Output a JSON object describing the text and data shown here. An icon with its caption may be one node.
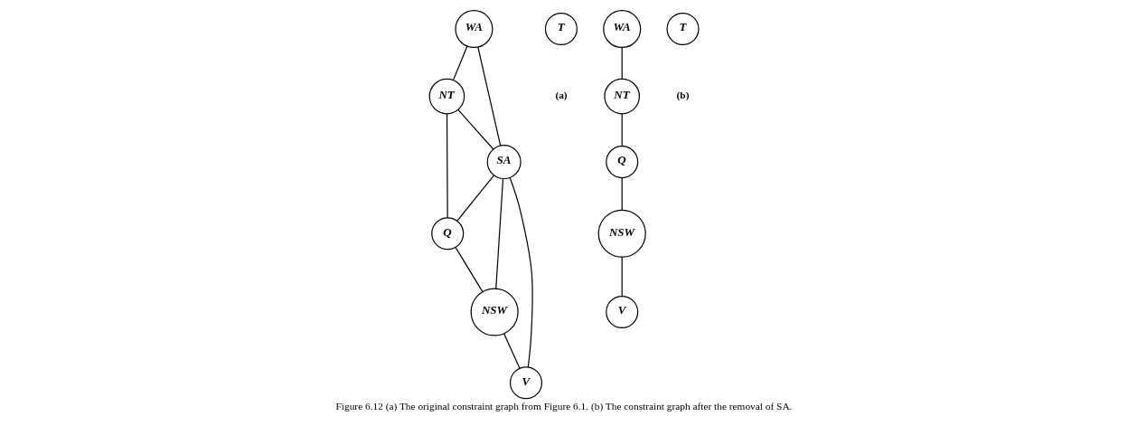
{
  "diagram": {
    "caption": "Figure 6.12 (a) The original constraint graph from Figure 6.1. (b) The constraint graph after the removal of SA.",
    "nodes": [
      {
        "text": [
          "WA"
        ]
      },
      {
        "text": [
          "NT"
        ]
      },
      {
        "text": [
          "SA"
        ]
      },
      {
        "text": [
          "Q"
        ]
      },
      {
        "text": [
          "NSW"
        ]
      },
      {
        "text": [
          "V"
        ]
      },
      {
        "text": [
          "T"
        ]
      },
      {
        "text": [
          "WA"
        ]
      },
      {
        "text": [
          "NT"
        ]
      },
      {
        "text": [
          "Q"
        ]
      },
      {
        "text": [
          "NSW"
        ]
      },
      {
        "text": [
          "V"
        ]
      },
      {
        "text": [
          "T"
        ]
      }
    ],
    "edges": [
      {
        "from": 0,
        "to": 1,
        "arrow": "none"
      },
      {
        "from": 0,
        "to": 2,
        "arrow": "none"
      },
      {
        "from": 1,
        "to": 2,
        "arrow": "none"
      },
      {
        "from": 1,
        "to": 3,
        "arrow": "none"
      },
      {
        "from": 2,
        "to": 3,
        "arrow": "none"
      },
      {
        "from": 2,
        "to": 4,
        "arrow": "none"
      },
      {
        "from": 2,
        "to": 5,
        "arrow": "none"
      },
      {
        "from": 3,
        "to": 4,
        "arrow": "none"
      },
      {
        "from": 4,
        "to": 5,
        "arrow": "none"
      },
      {
        "from": 7,
        "to": 8,
        "arrow": "none"
      },
      {
        "from": 8,
        "to": 9,
        "arrow": "none"
      },
      {
        "from": 9,
        "to": 10,
        "arrow": "none"
      },
      {
        "from": 10,
        "to": 11,
        "arrow": "none"
      }
    ],
    "labels": [
      "(a)",
      "(b)"
    ]
  }
}
